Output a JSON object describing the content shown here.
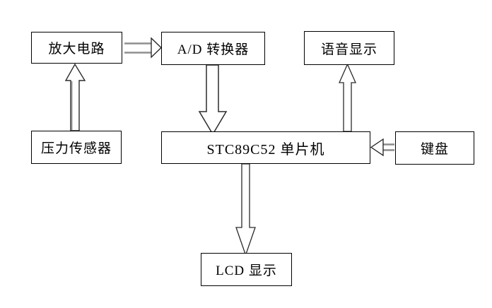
{
  "diagram": {
    "type": "block-diagram",
    "nodes": {
      "amplifier": {
        "label": "放大电路"
      },
      "adc": {
        "label": "A/D 转换器"
      },
      "voice_display": {
        "label": "语音显示"
      },
      "pressure_sensor": {
        "label": "压力传感器"
      },
      "mcu": {
        "label": "STC89C52 单片机"
      },
      "keyboard": {
        "label": "键盘"
      },
      "lcd_display": {
        "label": "LCD 显示"
      }
    },
    "edges": [
      {
        "from": "压力传感器",
        "to": "放大电路",
        "direction": "up"
      },
      {
        "from": "放大电路",
        "to": "A/D 转换器",
        "direction": "right"
      },
      {
        "from": "A/D 转换器",
        "to": "STC89C52 单片机",
        "direction": "down"
      },
      {
        "from": "STC89C52 单片机",
        "to": "语音显示",
        "direction": "up"
      },
      {
        "from": "键盘",
        "to": "STC89C52 单片机",
        "direction": "left"
      },
      {
        "from": "STC89C52 单片机",
        "to": "LCD 显示",
        "direction": "down"
      }
    ],
    "colors": {
      "background": "#ffffff",
      "box_border": "#000000",
      "box_fill": "#ffffff",
      "text": "#000000",
      "arrow_outline": "#2b2b2b",
      "arrow_shaft_gray": "#8f8f8f",
      "arrow_fill": "#ffffff"
    }
  }
}
